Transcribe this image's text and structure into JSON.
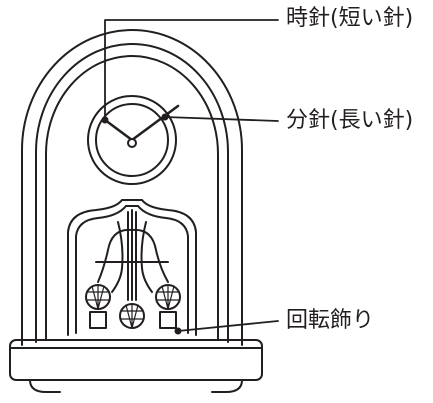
{
  "labels": {
    "hour_hand": "時針(短い針)",
    "minute_hand": "分針(長い針)",
    "rotating_ornament": "回転飾り"
  },
  "colors": {
    "line": "#231f20",
    "background": "#ffffff"
  }
}
